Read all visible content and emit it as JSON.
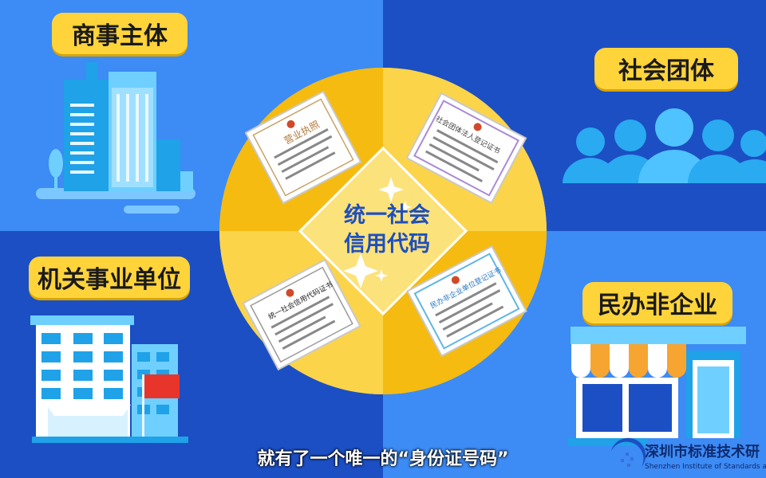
{
  "quadrant_labels": {
    "top_left": "商事主体",
    "top_right": "社会团体",
    "bottom_left": "机关事业单位",
    "bottom_right": "民办非企业"
  },
  "center": {
    "line1": "统一社会",
    "line2": "信用代码"
  },
  "certificates": {
    "top_left": "营业执照",
    "top_right": "社会团体法人登记证书",
    "bottom_left": "统一社会信用代码证书",
    "bottom_right": "民办非企业单位登记证书"
  },
  "subtitle": "就有了一个唯一的“身份证号码”",
  "logo": {
    "name_cn": "深圳市标准技术研",
    "name_en": "Shenzhen Institute of Standards a"
  },
  "colors": {
    "quad_light": "#3d8bf5",
    "quad_dark": "#1c4fc4",
    "label_yellow": "#ffd43b",
    "circle_yellow": "#f7c21b",
    "center_text": "#1e4fbf"
  }
}
